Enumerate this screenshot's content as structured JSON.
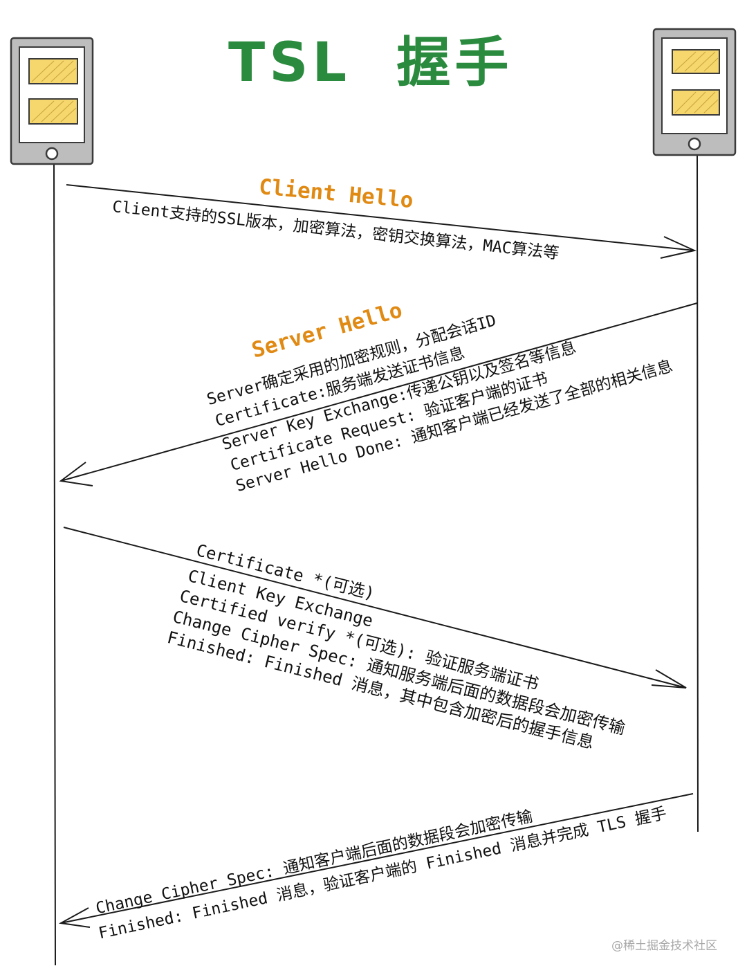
{
  "title": "TSL  握手",
  "colors": {
    "title": "#2a8a3e",
    "message_title": "#e08a14",
    "text": "#111111",
    "line": "#1a1a1a",
    "device_frame": "#bdbdbd",
    "device_screen": "#ffffff",
    "device_module": "#f5d76e",
    "watermark": "#a8a8a8"
  },
  "participants": [
    {
      "name": "client-device",
      "icon": "phone-icon"
    },
    {
      "name": "server-device",
      "icon": "phone-icon"
    }
  ],
  "messages": [
    {
      "title": "Client Hello",
      "direction": "client-to-server",
      "lines": [
        "Client支持的SSL版本，加密算法，密钥交换算法，MAC算法等"
      ]
    },
    {
      "title": "Server Hello",
      "direction": "server-to-client",
      "lines": [
        "Server确定采用的加密规则，分配会话ID",
        "Certificate:服务端发送证书信息",
        "Server Key Exchange:传递公钥以及签名等信息",
        "Certificate Request: 验证客户端的证书",
        "Server Hello Done: 通知客户端已经发送了全部的相关信息"
      ]
    },
    {
      "title": "",
      "direction": "client-to-server",
      "lines": [
        "Certificate *(可选)",
        "Client Key Exchange",
        "Certified verify *(可选): 验证服务端证书",
        "Change Cipher Spec: 通知服务端后面的数据段会加密传输",
        "Finished: Finished 消息，其中包含加密后的握手信息"
      ]
    },
    {
      "title": "",
      "direction": "server-to-client",
      "lines": [
        "Change Cipher Spec: 通知客户端后面的数据段会加密传输",
        "Finished: Finished 消息，验证客户端的 Finished 消息并完成 TLS 握手"
      ]
    }
  ],
  "watermark": "@稀土掘金技术社区"
}
